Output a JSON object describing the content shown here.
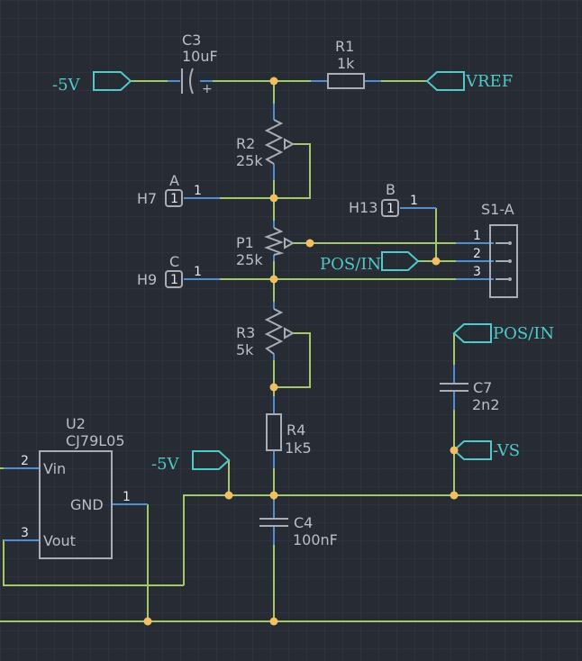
{
  "colors": {
    "background": "#272b33",
    "grid": "#333844",
    "wire": "#a4c96a",
    "pin": "#4e8fd6",
    "component": "#a9adb6",
    "net_label": "#4fc9c9",
    "junction": "#f0c060"
  },
  "components": {
    "c3": {
      "ref": "C3",
      "value": "10uF",
      "polarity": "+"
    },
    "r1": {
      "ref": "R1",
      "value": "1k"
    },
    "r2": {
      "ref": "R2",
      "value": "25k"
    },
    "p1": {
      "ref": "P1",
      "value": "25k"
    },
    "r3": {
      "ref": "R3",
      "value": "5k"
    },
    "r4": {
      "ref": "R4",
      "value": "1k5"
    },
    "c4": {
      "ref": "C4",
      "value": "100nF"
    },
    "c7": {
      "ref": "C7",
      "value": "2n2"
    },
    "u2": {
      "ref": "U2",
      "value": "CJ79L05",
      "pins": {
        "vin": "Vin",
        "gnd": "GND",
        "vout": "Vout",
        "n2": "2",
        "n1": "1",
        "n3": "3"
      }
    },
    "s1": {
      "ref": "S1-A",
      "pins": [
        "1",
        "2",
        "3"
      ]
    }
  },
  "headers": {
    "h7": {
      "ref": "H7",
      "label": "A",
      "pin": "1",
      "box": "1"
    },
    "h9": {
      "ref": "H9",
      "label": "C",
      "pin": "1",
      "box": "1"
    },
    "h13": {
      "ref": "H13",
      "label": "B",
      "pin": "1",
      "box": "1"
    }
  },
  "net_labels": {
    "minus5v_top": "-5V",
    "vref": "VREF",
    "pos_in_1": "POS/IN",
    "pos_in_2": "POS/IN",
    "minus5v_mid": "-5V",
    "minus_vs": "-VS"
  }
}
